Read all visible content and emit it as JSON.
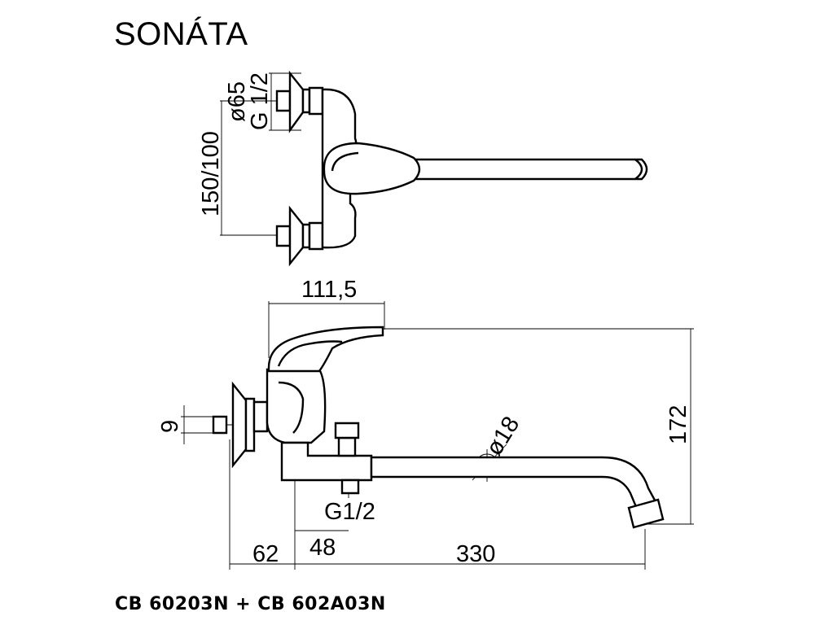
{
  "title": "SONÁTA",
  "product_code": "CB 60203N + CB 602A03N",
  "dimensions": {
    "connection_diameter": "ø65",
    "thread_top": "G 1/2",
    "axis_spacing": "150/100",
    "body_depth": "111,5",
    "pipe_height": "9",
    "spout_diameter": "ø18",
    "height_172": "172",
    "thread_bottom": "G1/2",
    "offset_62": "62",
    "offset_48": "48",
    "spout_length": "330"
  }
}
